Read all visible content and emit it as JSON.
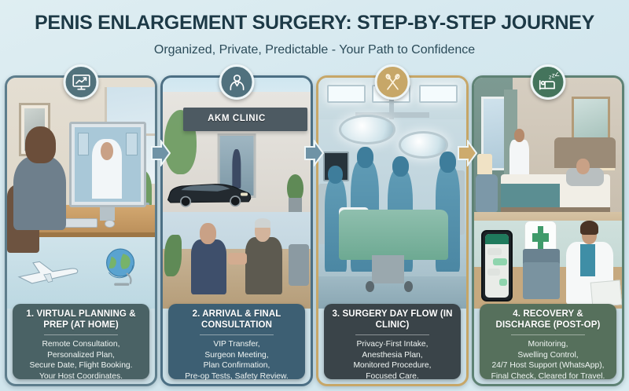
{
  "header": {
    "title": "PENIS ENLARGEMENT SURGERY: STEP-BY-STEP JOURNEY",
    "subtitle": "Organized, Private, Predictable - Your Path to Confidence"
  },
  "colors": {
    "background": "#d7e9ef",
    "title_text": "#1d3a47",
    "subtitle_text": "#2b4b59",
    "panel1_caption": "#4a6265",
    "panel2_caption": "#3d5f73",
    "panel3_caption": "#3a4449",
    "panel4_caption": "#56705c",
    "panel1_frame": "#5d7d8c",
    "panel2_frame": "#4c6f84",
    "panel3_frame": "#c7a768",
    "panel4_frame": "#5e8274",
    "arrow_blue": "#6f93a6",
    "arrow_gold": "#cdab6e"
  },
  "panels": [
    {
      "number": "1.",
      "badge_icon": "monitor-chart-icon",
      "badge_color": "#52727c",
      "frame_color": "#5d7d8c",
      "caption_color": "#4a6265",
      "title": "1. VIRTUAL PLANNING & PREP (AT HOME)",
      "body": "Remote Consultation, Personalized Plan, Secure Date, Flight Booking. Your Host Coordinates.",
      "body_lines": [
        "Remote Consultation,",
        "Personalized Plan,",
        "Secure Date, Flight Booking.",
        "Your Host Coordinates."
      ],
      "scene_description": "Man at home desk on video call with doctor on monitor; airplane and globe below"
    },
    {
      "number": "2.",
      "badge_icon": "doctor-person-icon",
      "badge_color": "#50717e",
      "frame_color": "#4c6f84",
      "caption_color": "#3d5f73",
      "title": "2. ARRIVAL & FINAL CONSULTATION",
      "body": "VIP Transfer, Surgeon Meeting, Plan Confirmation, Pre-op Tests, Safety Review.",
      "body_lines": [
        "VIP Transfer,",
        "Surgeon Meeting,",
        "Plan Confirmation,",
        "Pre-op Tests, Safety Review."
      ],
      "clinic_sign": "AKM CLINIC",
      "scene_description": "Luxury car outside clinic entrance; patient shaking hands with surgeon"
    },
    {
      "number": "3.",
      "badge_icon": "crossed-surgical-instruments-icon",
      "badge_color": "#c7a768",
      "frame_color": "#c7a768",
      "caption_color": "#3a4449",
      "title": "3. SURGERY DAY FLOW (IN CLINIC)",
      "body": "Privacy-First Intake, Anesthesia Plan, Monitored Procedure, Focused Care.",
      "body_lines": [
        "Privacy·First Intake,",
        "Anesthesia Plan,",
        "Monitored Procedure,",
        "Focused Care."
      ],
      "scene_description": "Operating theatre with four scrubbed staff around draped table under surgical lamps"
    },
    {
      "number": "4.",
      "badge_icon": "bed-sleep-icon",
      "badge_color": "#44745c",
      "frame_color": "#5e8274",
      "caption_color": "#56705c",
      "title": "4. RECOVERY & DISCHARGE (POST-OP)",
      "body": "Monitoring, Swelling Control, 24/7 Host Support (WhatsApp), Final Check, Cleared for Travel.",
      "body_lines": [
        "Monitoring,",
        "Swelling Control,",
        "24/7 Host Support (WhatsApp),",
        "Final Check, Cleared for Travel."
      ],
      "scene_description": "Patient resting in hotel room with doctor; phone chat support and nurse with first-aid kit"
    }
  ],
  "arrows": [
    {
      "name": "arrow-1-to-2",
      "color": "#6f93a6"
    },
    {
      "name": "arrow-2-to-3",
      "color": "#6f93a6"
    },
    {
      "name": "arrow-3-to-4",
      "color": "#cdab6e"
    }
  ]
}
